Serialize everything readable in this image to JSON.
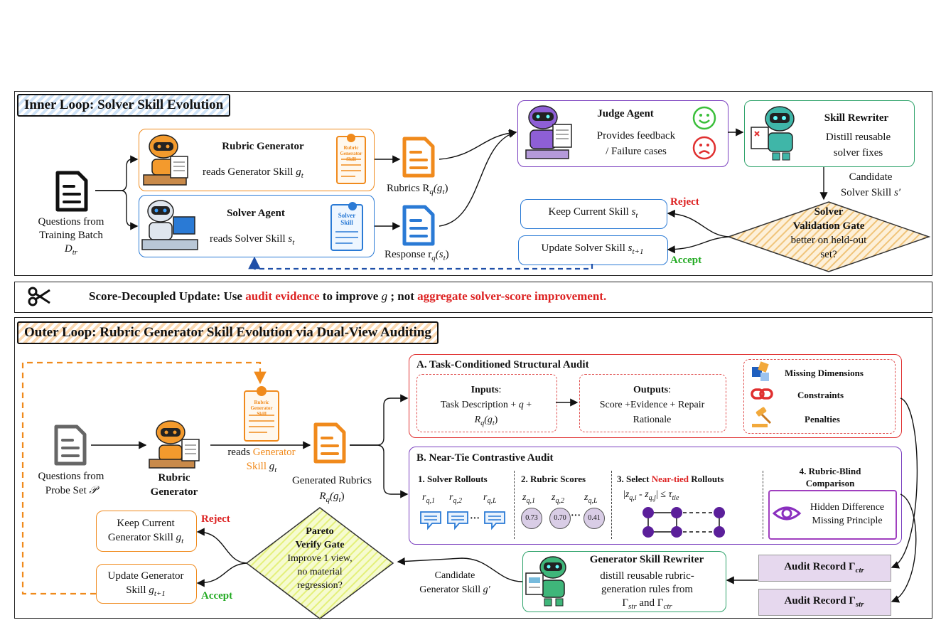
{
  "inner": {
    "title": "Inner Loop: Solver Skill Evolution",
    "questions": {
      "line1": "Questions from",
      "line2": "Training Batch",
      "sym": "D",
      "sub": "tr"
    },
    "rubric_generator": {
      "title": "Rubric Generator",
      "reads": "reads Generator Skill ",
      "sym": "g",
      "sub": "t",
      "doc": [
        "Rubric",
        "Generator",
        "Skill"
      ]
    },
    "solver_agent": {
      "title": "Solver Agent",
      "reads": "reads Solver Skill ",
      "sym": "s",
      "sub": "t",
      "doc": [
        "Solver",
        "Skill"
      ]
    },
    "rubrics_label": "Rubrics R",
    "rubrics_sub": "q",
    "rubrics_arg": "(g",
    "rubrics_arg_sub": "t",
    "response_label": "Response r",
    "response_sub": "q",
    "response_arg": "(s",
    "response_arg_sub": "t",
    "judge": {
      "title": "Judge Agent",
      "line1": "Provides feedback",
      "line2": "/ Failure cases"
    },
    "skill_rewriter": {
      "title": "Skill Rewriter",
      "line1": "Distill reusable",
      "line2": "solver fixes"
    },
    "candidate": {
      "line1": "Candidate",
      "line2": "Solver Skill ",
      "sym": "s′"
    },
    "keep": {
      "label": "Keep Current Skill ",
      "sym": "s",
      "sub": "t"
    },
    "update": {
      "label": "Update Solver Skill ",
      "sym": "s",
      "sub": "t+1"
    },
    "reject": "Reject",
    "accept": "Accept",
    "gate": {
      "line1": "Solver",
      "line2": "Validation Gate",
      "line3": "better on held-out",
      "line4": "set?"
    }
  },
  "decoupled": {
    "prefix": "Score-Decoupled Update: Use ",
    "highlight1": "audit evidence",
    "middle": " to improve ",
    "sym": "g",
    "middle2": " ; not ",
    "highlight2": "aggregate solver-score improvement."
  },
  "outer": {
    "title": "Outer Loop: Rubric Generator Skill Evolution via Dual-View Auditing",
    "questions": {
      "line1": "Questions from",
      "line2": "Probe Set ",
      "sym": "𝒫"
    },
    "rubric_generator": {
      "line1": "Rubric",
      "line2": "Generator"
    },
    "reads": {
      "prefix": "reads ",
      "highlight": "Generator",
      "line2": "Skill ",
      "sym": "g",
      "sub": "t"
    },
    "generated": {
      "line1": "Generated Rubrics",
      "sym": "R",
      "sub": "q",
      "arg": "(g",
      "arg_sub": "t"
    },
    "audit_a": {
      "title": "A. Task-Conditioned Structural Audit",
      "inputs_title": "Inputs",
      "inputs_line1": "Task Description + ",
      "inputs_q": "q",
      "inputs_line2": "R",
      "outputs_title": "Outputs",
      "outputs_line1": "Score +Evidence + Repair",
      "outputs_line2": "Rationale",
      "legend": [
        "Missing Dimensions",
        "Constraints",
        "Penalties"
      ]
    },
    "audit_b": {
      "title": "B. Near-Tie Contrastive Audit",
      "col1": "1. Solver Rollouts",
      "col2": "2. Rubric Scores",
      "col3_prefix": "3. Select ",
      "col3_highlight": "Near-tied",
      "col3_suffix": " Rollouts",
      "col4_line1": "4. Rubric-Blind",
      "col4_line2": "Comparison",
      "rollouts": [
        "r",
        "r",
        "r"
      ],
      "rollout_subs": [
        "q,1",
        "q,2",
        "q,L"
      ],
      "scores": [
        "0.73",
        "0.70",
        "0.41"
      ],
      "score_subs": [
        "q,1",
        "q,2",
        "q,L"
      ],
      "formula": "|z  - z  | ≤ τ",
      "hidden1": "Hidden Difference",
      "hidden2": "Missing Principle"
    },
    "audit_record_ctr": {
      "label": "Audit Record Γ",
      "sub": "ctr"
    },
    "audit_record_str": {
      "label": "Audit Record Γ",
      "sub": "str"
    },
    "gen_rewriter": {
      "title": "Generator Skill Rewriter",
      "line1": "distill reusable rubric-",
      "line2": "generation rules from",
      "line3a": "Γ",
      "line3a_sub": "str",
      "line3b": " and Γ",
      "line3b_sub": "ctr"
    },
    "candidate": {
      "line1": "Candidate",
      "line2": "Generator Skill ",
      "sym": "g′"
    },
    "gate": {
      "line1": "Pareto",
      "line2": "Verify Gate",
      "line3": "Improve 1 view,",
      "line4": "no material",
      "line5": "regression?"
    },
    "keep": {
      "line1": "Keep Current",
      "line2": "Generator Skill ",
      "sym": "g",
      "sub": "t"
    },
    "update": {
      "line1": "Update Generator",
      "line2": "Skill ",
      "sym": "g",
      "sub": "t+1"
    },
    "reject": "Reject",
    "accept": "Accept"
  },
  "colors": {
    "orange": "#f08a1c",
    "blue": "#2a7ad5",
    "purple": "#7a3fbf",
    "green": "#2fa36b",
    "red": "#e03030",
    "audit_fill": "#e6d8ee",
    "gate_fill": "#f3d49a",
    "pareto_fill": "#eef5a0"
  }
}
